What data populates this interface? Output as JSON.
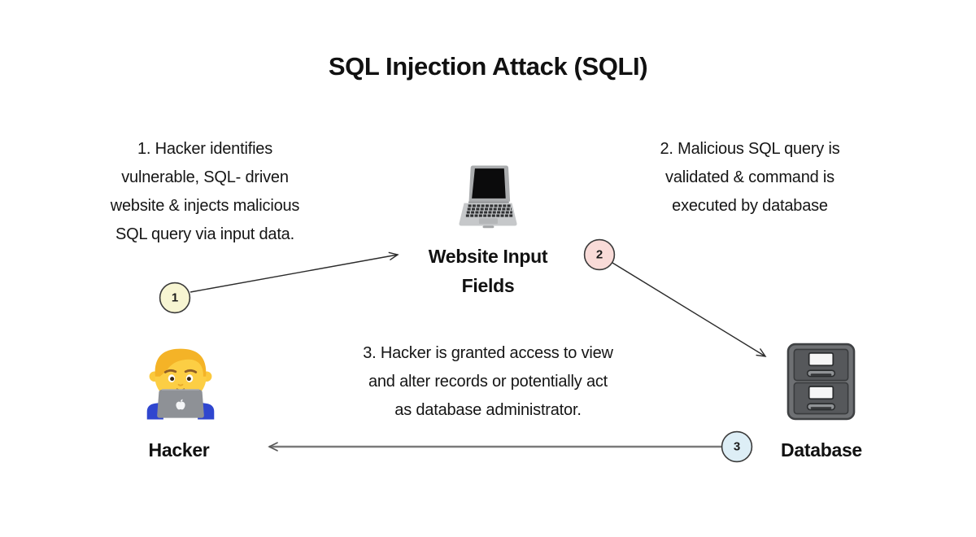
{
  "title": "SQL Injection Attack (SQLI)",
  "colors": {
    "background": "#ffffff",
    "text": "#151515",
    "arrow_dark": "#2b2b2b",
    "arrow_gray": "#7a7a7a",
    "badge1_fill": "#f7f5d2",
    "badge2_fill": "#f9dbd8",
    "badge3_fill": "#ddeef6",
    "badge_border": "#3a3a3a"
  },
  "steps": {
    "one": {
      "badge": "1",
      "lines": [
        "1. Hacker identifies",
        "vulnerable, SQL- driven",
        "website & injects malicious",
        "SQL query via input data."
      ]
    },
    "two": {
      "badge": "2",
      "lines": [
        "2. Malicious SQL query is",
        "validated & command is",
        "executed by database"
      ]
    },
    "three": {
      "badge": "3",
      "lines": [
        "3. Hacker is granted access to view",
        "and alter records or potentially act",
        "as database administrator."
      ]
    }
  },
  "nodes": {
    "website": {
      "label_line1": "Website Input",
      "label_line2": "Fields",
      "icon": "laptop"
    },
    "hacker": {
      "label": "Hacker",
      "icon": "man-technologist"
    },
    "database": {
      "label": "Database",
      "icon": "file-cabinet"
    }
  }
}
